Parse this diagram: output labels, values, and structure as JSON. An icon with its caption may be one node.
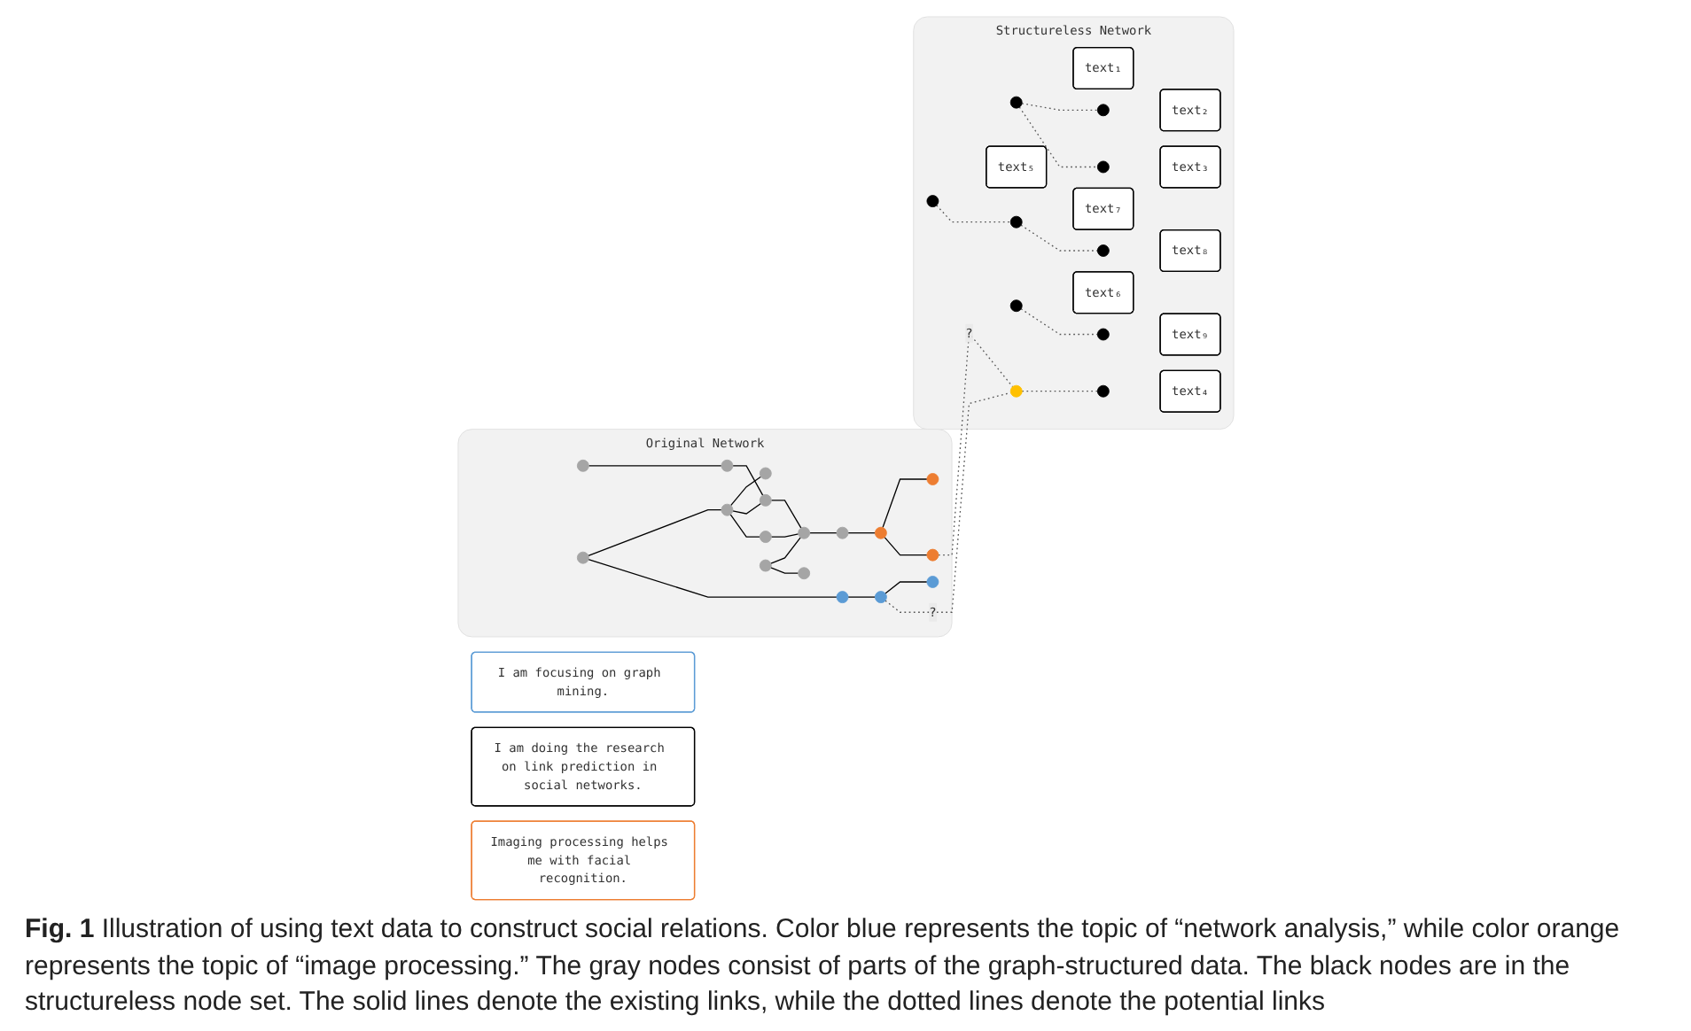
{
  "diagram": {
    "caption": "**Fig. 1** Illustration of using text data to construct social relations. Color blue represents the topic of “network analysis,” while color orange represents the topic of “image processing.” The gray nodes consist of parts of the graph-structured data. The black nodes are in the structureless node set. The solid lines denote the existing links, while the dotted lines denote the potential links",
    "nodes": [
      {
        "text": [
          "Original Network"
        ]
      },
      {
        "text": [],
        "shape": "circle",
        "in": 0
      },
      {
        "text": [],
        "shape": "circle",
        "in": 0
      },
      {
        "text": [],
        "shape": "circle",
        "in": 0
      },
      {
        "text": [],
        "shape": "circle",
        "in": 0
      },
      {
        "text": [],
        "shape": "circle",
        "in": 0
      },
      {
        "text": [],
        "shape": "circle",
        "in": 0
      },
      {
        "text": [],
        "shape": "circle",
        "in": 0
      },
      {
        "text": [],
        "shape": "circle",
        "in": 0
      },
      {
        "text": [],
        "shape": "circle",
        "in": 0
      },
      {
        "text": [],
        "shape": "circle",
        "in": 0
      },
      {
        "text": [],
        "shape": "circle",
        "in": 0
      },
      {
        "text": [],
        "shape": "circle",
        "in": 0
      },
      {
        "text": [],
        "shape": "circle",
        "in": 0
      },
      {
        "text": [],
        "shape": "circle",
        "in": 0
      },
      {
        "text": [],
        "shape": "circle",
        "in": 0
      },
      {
        "text": [],
        "shape": "circle",
        "in": 0
      },
      {
        "text": [],
        "shape": "circle",
        "in": 0
      },
      {
        "text": [
          "I am focusing on graph mining."
        ]
      },
      {
        "text": [
          "I am doing the research on link prediction in social networks."
        ]
      },
      {
        "text": [
          "Imaging processing helps me with facial recognition."
        ]
      },
      {
        "text": [
          "Structureless Network"
        ]
      },
      {
        "text": [],
        "shape": "circle",
        "in": 21
      },
      {
        "text": [
          "text₁"
        ],
        "in": 21
      },
      {
        "text": [],
        "shape": "circle",
        "in": 21
      },
      {
        "text": [
          "text₂"
        ],
        "in": 21
      },
      {
        "text": [],
        "shape": "circle",
        "in": 21
      },
      {
        "text": [
          "text₃"
        ],
        "in": 21
      },
      {
        "text": [],
        "shape": "circle",
        "in": 21
      },
      {
        "text": [],
        "shape": "circle",
        "in": 21
      },
      {
        "text": [
          "text₄"
        ],
        "in": 21
      },
      {
        "text": [],
        "shape": "circle",
        "in": 21
      },
      {
        "text": [
          "text₅"
        ],
        "in": 21
      },
      {
        "text": [],
        "shape": "circle",
        "in": 21
      },
      {
        "text": [
          "text₆"
        ],
        "in": 21
      },
      {
        "text": [],
        "shape": "circle",
        "in": 21
      },
      {
        "text": [
          "text₇"
        ],
        "in": 21
      },
      {
        "text": [],
        "shape": "circle",
        "in": 21
      },
      {
        "text": [
          "text₈"
        ],
        "in": 21
      },
      {
        "text": [],
        "shape": "circle",
        "in": 21
      },
      {
        "text": [
          "text₉"
        ],
        "in": 21
      }
    ],
    "edges": [
      {
        "from": 1,
        "to": 4,
        "arrow": "none"
      },
      {
        "from": 4,
        "to": 9,
        "arrow": "none"
      },
      {
        "from": 2,
        "to": 5,
        "arrow": "none"
      },
      {
        "from": 2,
        "to": 7,
        "arrow": "none"
      },
      {
        "from": 7,
        "to": 3,
        "arrow": "none"
      },
      {
        "from": 3,
        "to": 8,
        "arrow": "none"
      },
      {
        "from": 5,
        "to": 6,
        "arrow": "none"
      },
      {
        "from": 5,
        "to": 9,
        "arrow": "none"
      },
      {
        "from": 5,
        "to": 10,
        "arrow": "none"
      },
      {
        "from": 10,
        "to": 13,
        "arrow": "none"
      },
      {
        "from": 9,
        "to": 13,
        "arrow": "none"
      },
      {
        "from": 11,
        "to": 13,
        "arrow": "none"
      },
      {
        "from": 11,
        "to": 12,
        "arrow": "none"
      },
      {
        "from": 13,
        "to": 14,
        "arrow": "none"
      },
      {
        "from": 14,
        "to": 15,
        "arrow": "none"
      },
      {
        "from": 15,
        "to": 16,
        "arrow": "none"
      },
      {
        "from": 15,
        "to": 17,
        "arrow": "none"
      },
      {
        "from": 3,
        "to": 28,
        "arrow": "none",
        "style": "dashed",
        "label": "?"
      },
      {
        "from": 17,
        "to": 28,
        "arrow": "none",
        "style": "dashed",
        "label": "?"
      },
      {
        "from": 22,
        "to": 24,
        "arrow": "none",
        "style": "dashed"
      },
      {
        "from": 22,
        "to": 26,
        "arrow": "none",
        "style": "dashed"
      },
      {
        "from": 28,
        "to": 29,
        "arrow": "none",
        "style": "dashed"
      },
      {
        "from": 31,
        "to": 35,
        "arrow": "none",
        "style": "dashed"
      },
      {
        "from": 35,
        "to": 37,
        "arrow": "none",
        "style": "dashed"
      },
      {
        "from": 33,
        "to": 39,
        "arrow": "none",
        "style": "dashed"
      }
    ]
  }
}
